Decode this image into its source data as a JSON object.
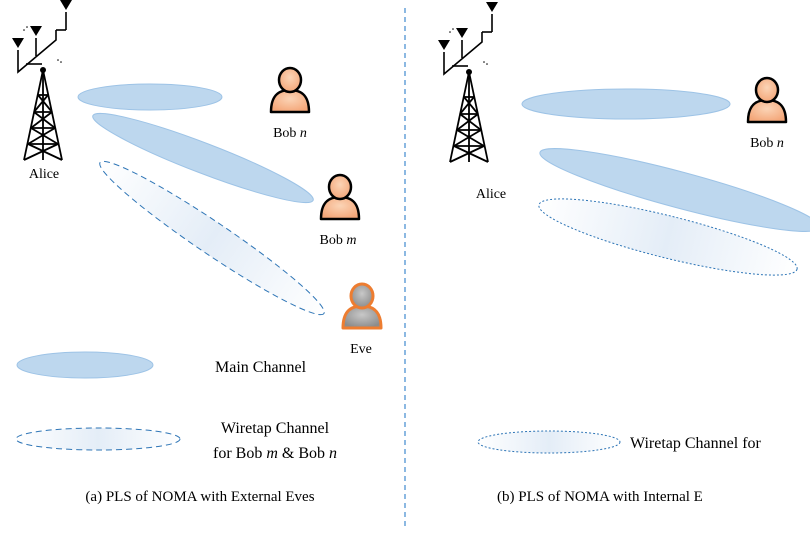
{
  "colors": {
    "main_fill": "#bdd7ee",
    "main_stroke": "#9dc3e6",
    "wiretap_stroke": "#2e75b6",
    "divider": "#5b9bd5",
    "bob_face": "#f4b183",
    "eve_face": "#a6a6a6",
    "eve_outline": "#ed7d31"
  },
  "panel_a": {
    "alice_label": "Alice",
    "bob_n": {
      "name": "Bob",
      "index": "n"
    },
    "bob_m": {
      "name": "Bob",
      "index": "m"
    },
    "eve_label": "Eve",
    "legend_main": "Main Channel",
    "legend_wiretap_line1": "Wiretap Channel",
    "legend_wiretap_line2": {
      "prefix": "for Bob ",
      "m": "m",
      "amp": " & ",
      "bob2": "Bob ",
      "n": "n"
    },
    "caption": "(a) PLS of NOMA with External Eves"
  },
  "panel_b": {
    "alice_label": "Alice",
    "bob_n": {
      "name": "Bob",
      "index": "n"
    },
    "legend_wiretap": "Wiretap Channel for",
    "caption": "(b)  PLS of NOMA with Internal E"
  }
}
